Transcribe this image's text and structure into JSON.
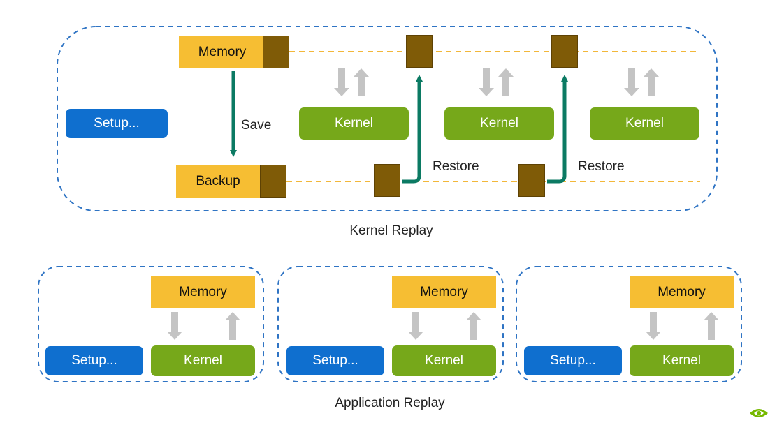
{
  "kernel_replay": {
    "caption": "Kernel Replay",
    "setup_label": "Setup...",
    "memory_label": "Memory",
    "backup_label": "Backup",
    "save_label": "Save",
    "kernel_labels": [
      "Kernel",
      "Kernel",
      "Kernel"
    ],
    "restore_labels": [
      "Restore",
      "Restore"
    ]
  },
  "application_replay": {
    "caption": "Application Replay",
    "passes": [
      {
        "setup_label": "Setup...",
        "memory_label": "Memory",
        "kernel_label": "Kernel"
      },
      {
        "setup_label": "Setup...",
        "memory_label": "Memory",
        "kernel_label": "Kernel"
      },
      {
        "setup_label": "Setup...",
        "memory_label": "Memory",
        "kernel_label": "Kernel"
      }
    ]
  },
  "colors": {
    "setup": "#0f6fcf",
    "kernel": "#76a81a",
    "memory": "#f6be33",
    "buffer": "#7f5b07",
    "arrow_teal": "#0b7a63",
    "arrow_gray": "#c4c4c4",
    "dashed_border": "#2f74c4",
    "dashed_line": "#f2b73a"
  },
  "logo_icon": "nvidia-logo-icon"
}
